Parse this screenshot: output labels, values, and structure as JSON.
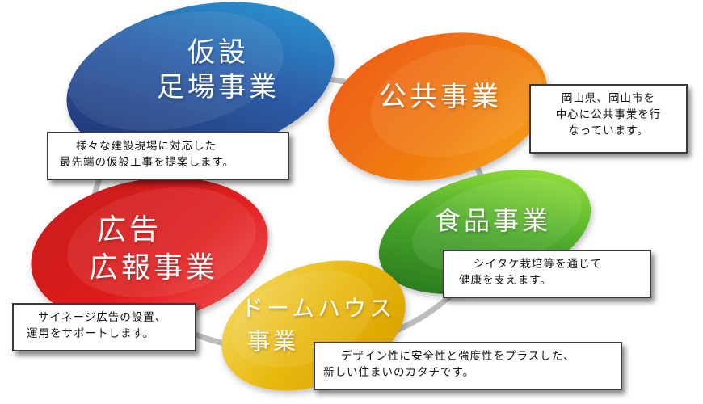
{
  "business_areas": [
    {
      "id": "scaffold",
      "title_lines": [
        "仮設",
        "足場事業"
      ],
      "description_lines": [
        "様々な建設現場に対応した",
        "最先端の仮設工事を提案します。"
      ],
      "color_dark": "#232f6e",
      "color_light": "#2a8fd0"
    },
    {
      "id": "public",
      "title_lines": [
        "公共事業"
      ],
      "description_lines": [
        "岡山県、岡山市を",
        "中心に公共事業を行",
        "なっています。"
      ],
      "color_dark": "#e8501a",
      "color_light": "#f7a020"
    },
    {
      "id": "food",
      "title_lines": [
        "食品事業"
      ],
      "description_lines": [
        "シイタケ栽培等を通じて",
        "健康を支えます。"
      ],
      "color_dark": "#2e7d1e",
      "color_light": "#9ee63a"
    },
    {
      "id": "ad",
      "title_lines": [
        "広告",
        "広報事業"
      ],
      "description_lines": [
        "サイネージ広告の設置、",
        "運用をサポートします。"
      ],
      "color_dark": "#b81414",
      "color_light": "#f04a4a"
    },
    {
      "id": "dome",
      "title_lines": [
        "ドームハウス",
        "事業"
      ],
      "description_lines": [
        "デザイン性に安全性と強度性をプラスした、",
        "新しい住まいのカタチです。"
      ],
      "color_dark": "#d9a400",
      "color_light": "#f7e060"
    }
  ]
}
